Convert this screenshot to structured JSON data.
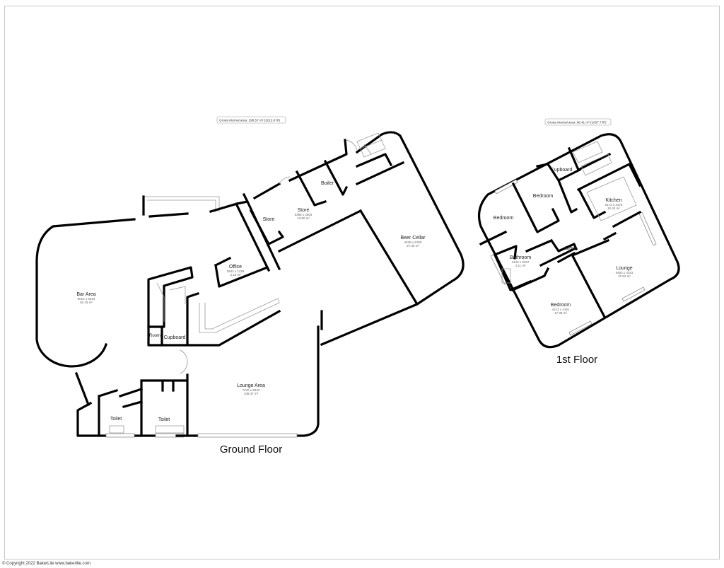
{
  "ground_floor": {
    "label": "Ground Floor",
    "gross_area": "Gross internal area: 298.57 m² (3213.8 ft²)",
    "rooms": [
      {
        "name": "Bar Area",
        "dims": "8014 x 6434",
        "area": "92.19 m²"
      },
      {
        "name": "Office",
        "dims": "2842 x 1228",
        "area": "3.18 m²"
      },
      {
        "name": "Store",
        "dims": "5386 x 2504",
        "area": "13.90 m²"
      },
      {
        "name": "Beer Cellar",
        "dims": "4239 x 6755",
        "area": "27.30 m²"
      },
      {
        "name": "Lounge Area",
        "dims": "7246 x 5942",
        "area": "108.37 m²"
      },
      {
        "name": "Store"
      },
      {
        "name": "Boiler"
      },
      {
        "name": "Room"
      },
      {
        "name": "Cupboard"
      },
      {
        "name": "Toilet"
      },
      {
        "name": "Toilet"
      }
    ]
  },
  "first_floor": {
    "label": "1st Floor",
    "gross_area": "Gross internal area: 96.41 m² (1037.7 ft²)",
    "rooms": [
      {
        "name": "Kitchen",
        "dims": "3173 x 3475",
        "area": "10.42 m²"
      },
      {
        "name": "Bathroom",
        "dims": "2120 x 2257",
        "area": "4.11 m²"
      },
      {
        "name": "Lounge",
        "dims": "5453 x 4181",
        "area": "22.52 m²"
      },
      {
        "name": "Bedroom",
        "dims": "4212 x 4181",
        "area": "17.38 m²"
      },
      {
        "name": "Bedroom"
      },
      {
        "name": "Bedroom"
      },
      {
        "name": "Cupboard"
      },
      {
        "name": "Store"
      }
    ]
  },
  "footer": {
    "copyright": "© Copyright 2022 BakerLile  www.bakerlile.com"
  }
}
